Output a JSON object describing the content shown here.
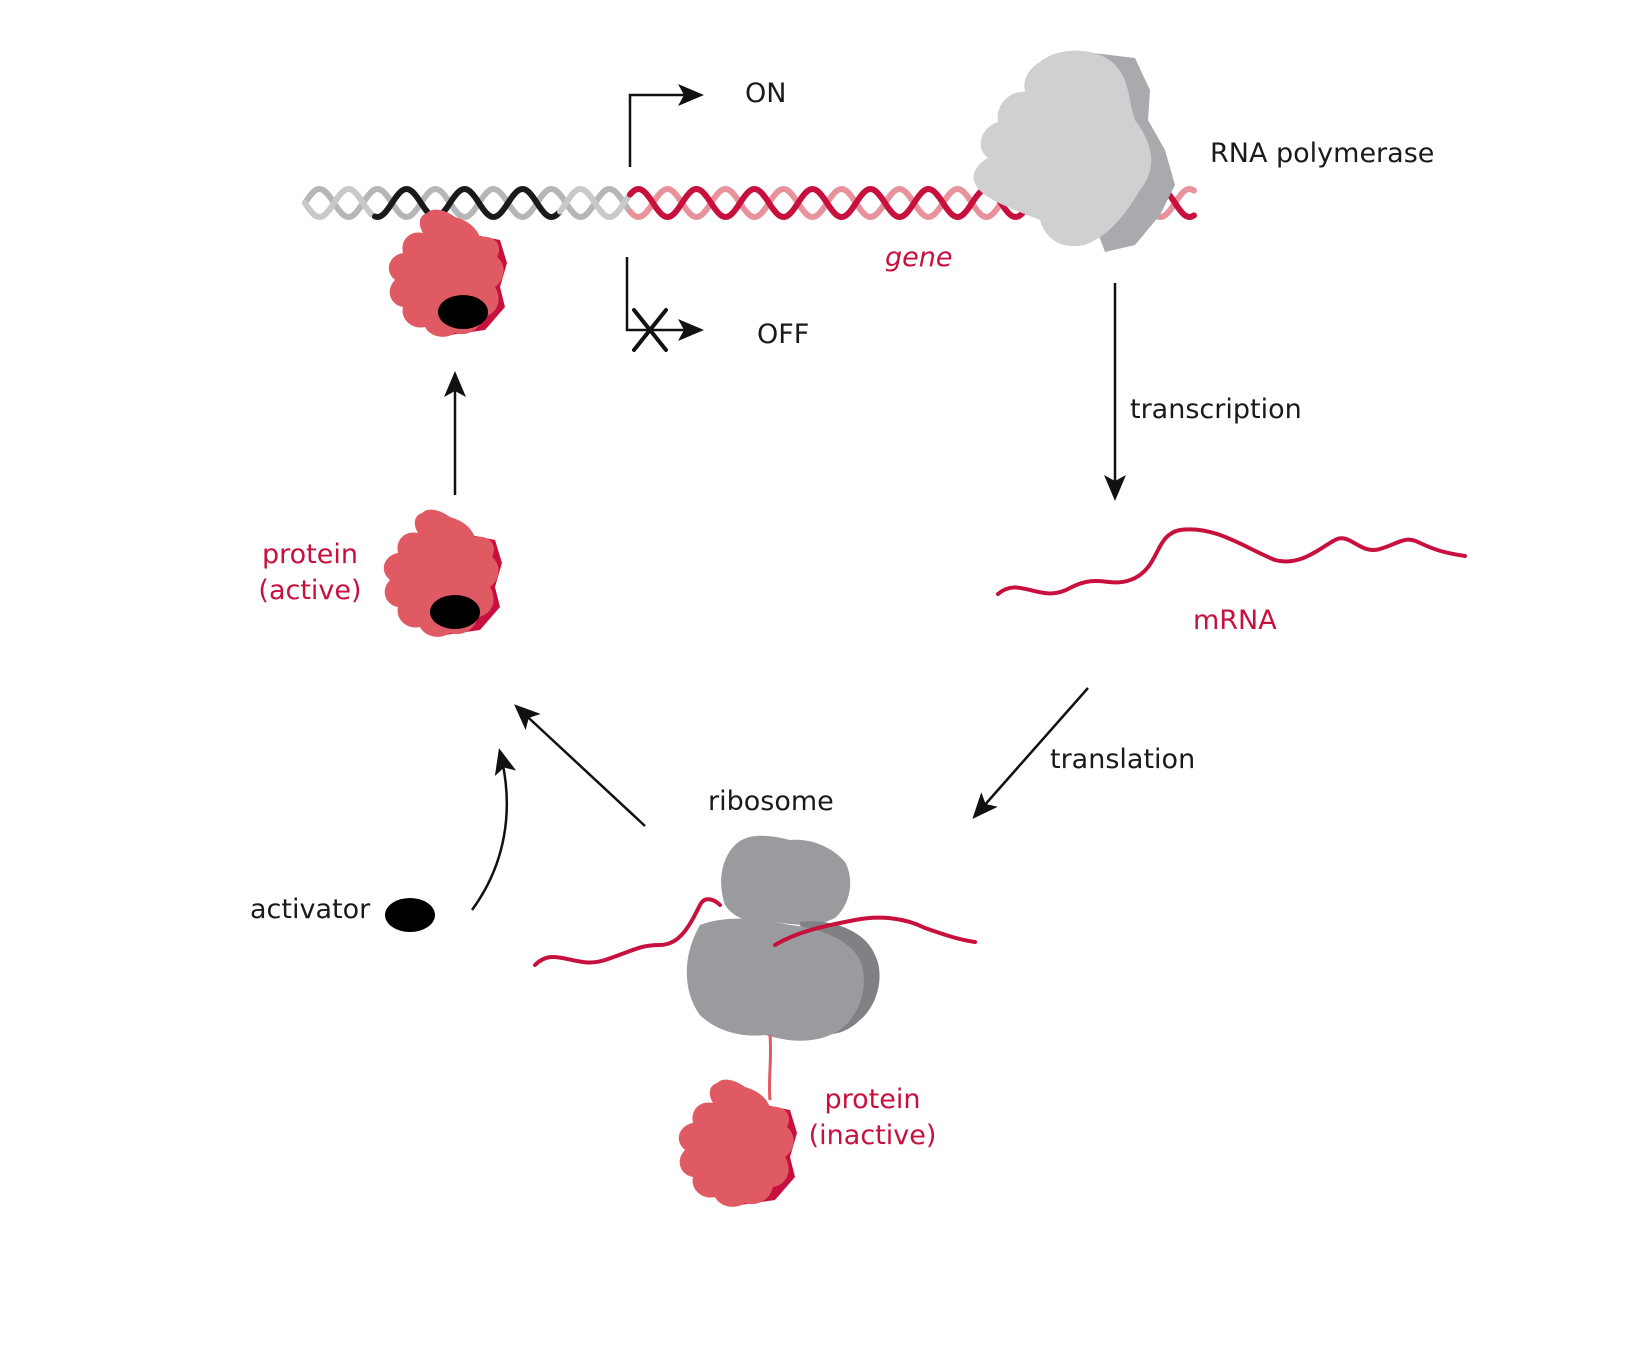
{
  "labels": {
    "on": "ON",
    "off": "OFF",
    "rna_polymerase": "RNA polymerase",
    "gene": "gene",
    "transcription": "transcription",
    "mrna": "mRNA",
    "translation": "translation",
    "ribosome": "ribosome",
    "protein_active": [
      "protein",
      "(active)"
    ],
    "protein_inactive": [
      "protein",
      "(inactive)"
    ],
    "activator": "activator"
  },
  "colors": {
    "crimson": "#c8103e",
    "protein_fill": "#e05a63",
    "protein_shadow": "#c8103e",
    "light_gray": "#c8c9cb",
    "dark_gray": "#8e9094",
    "ink": "#111111"
  }
}
